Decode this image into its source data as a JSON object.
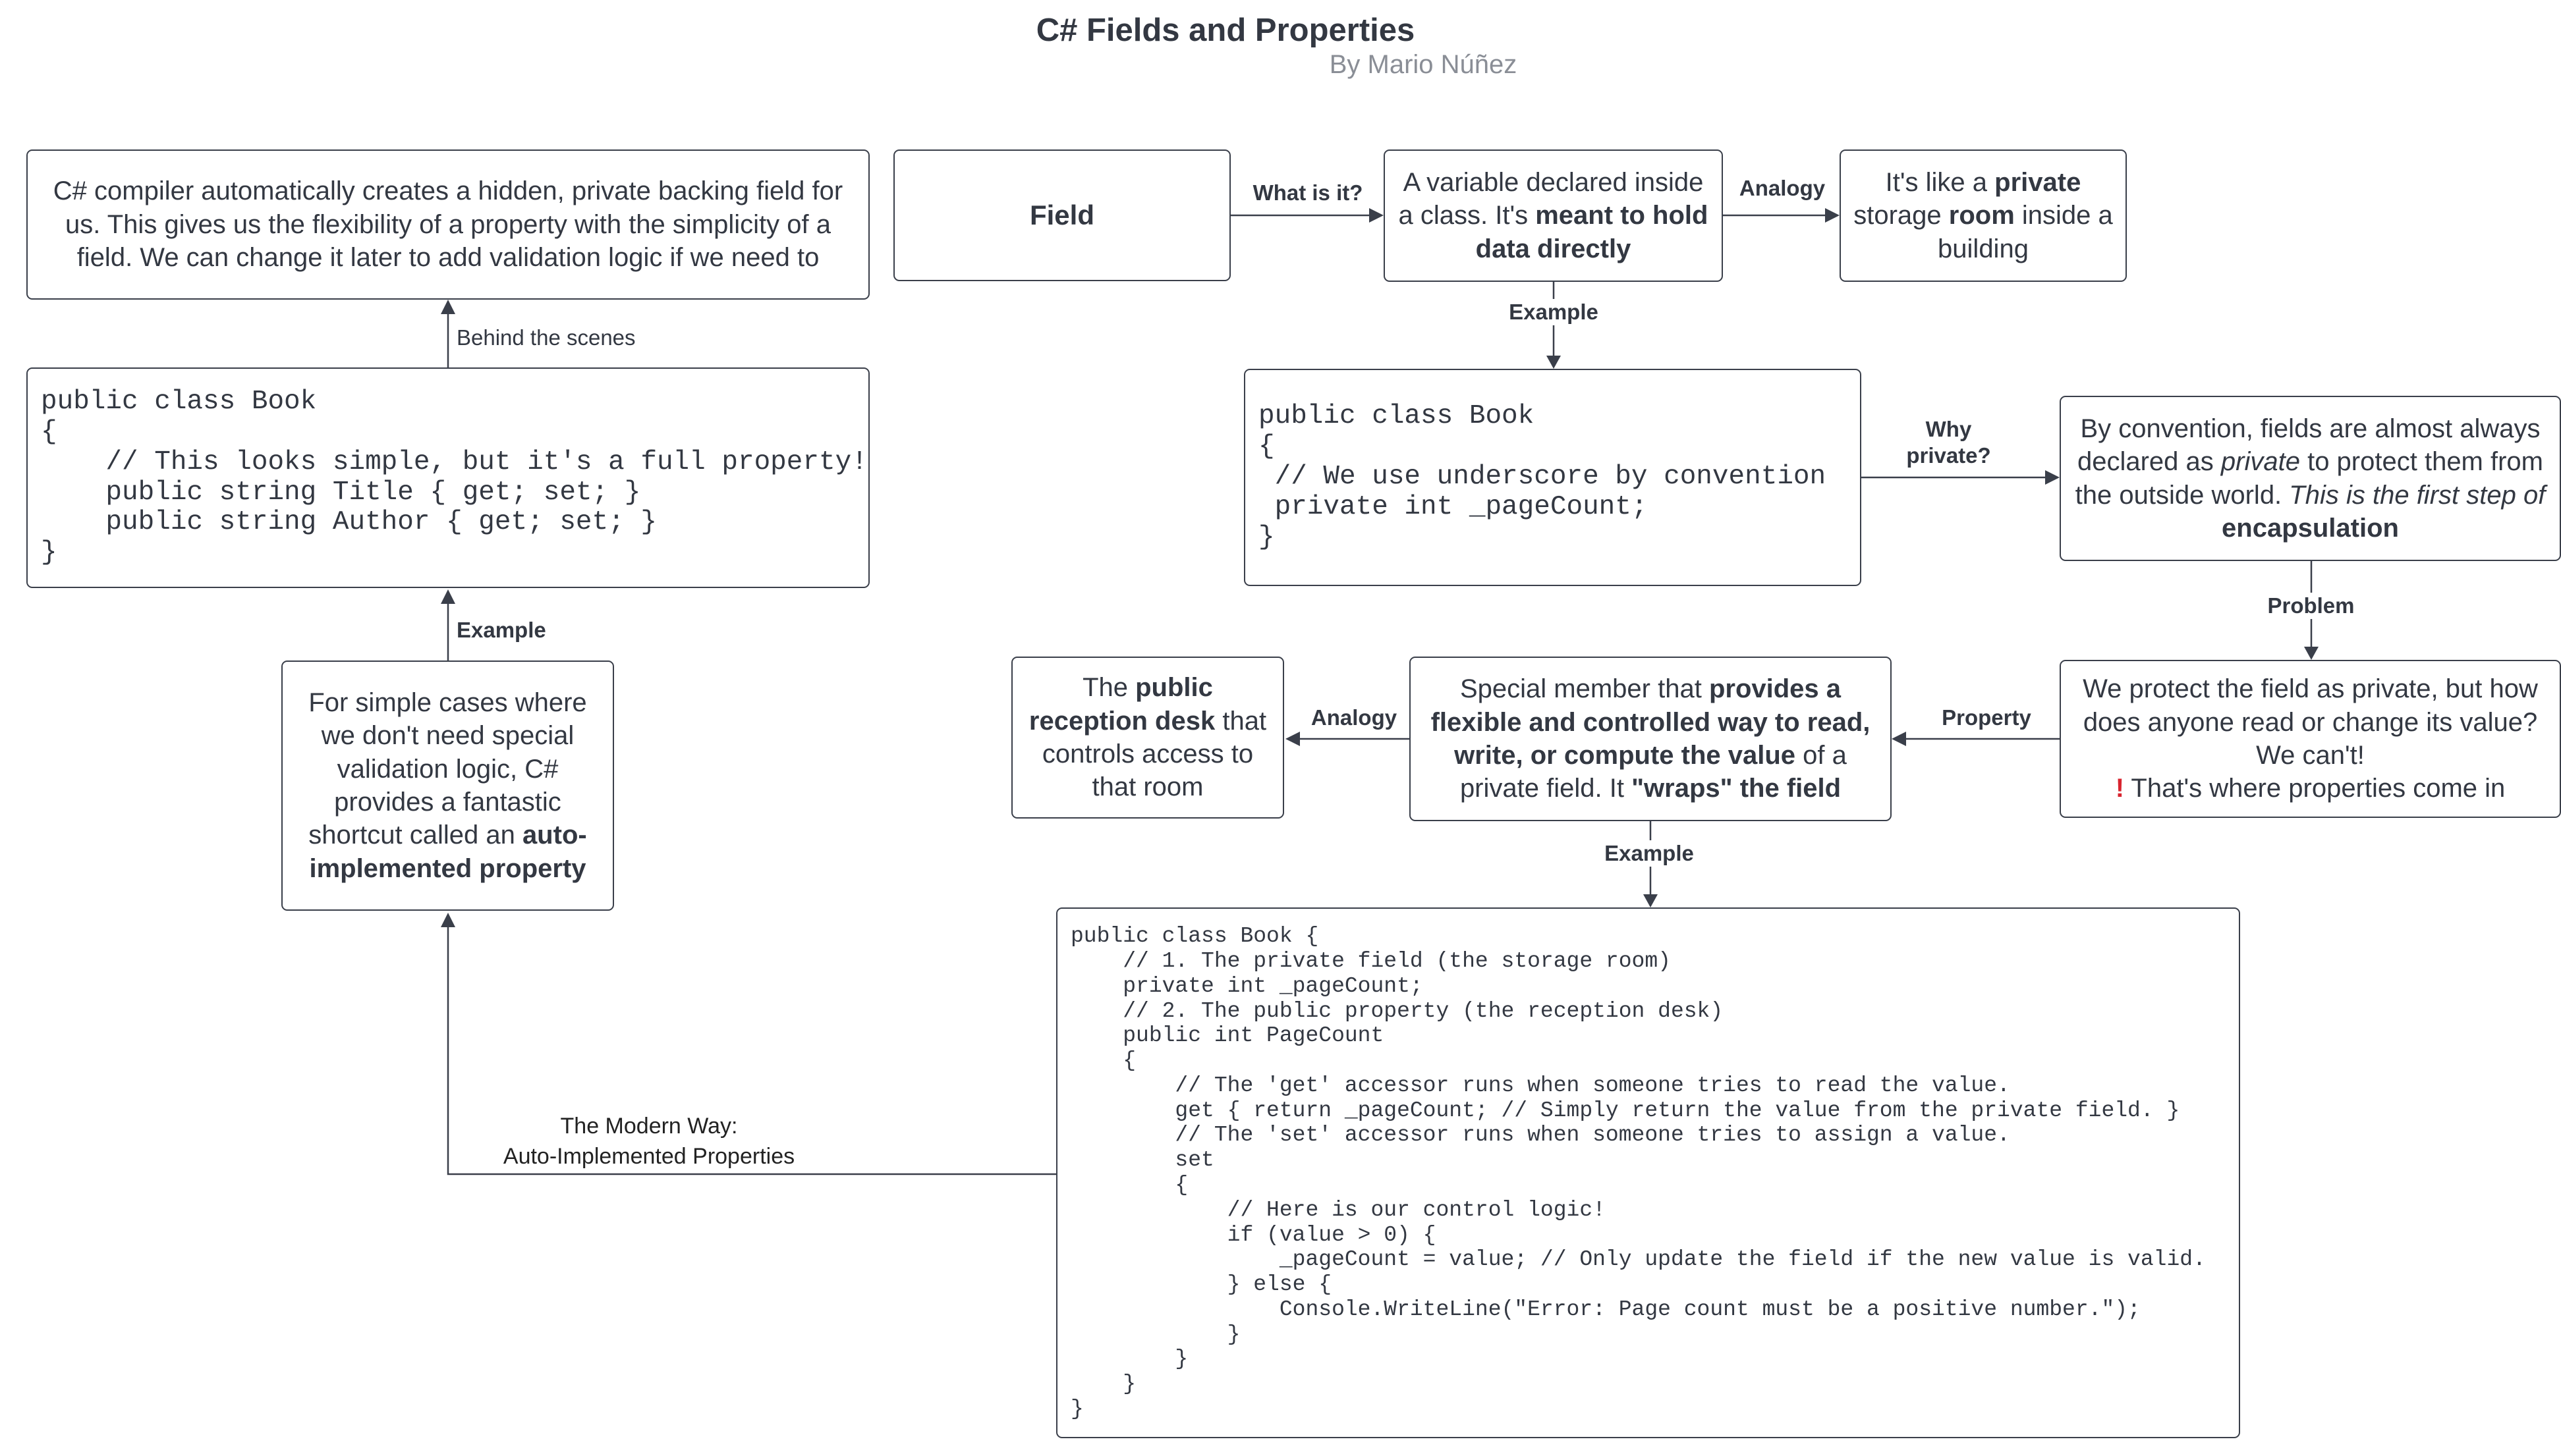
{
  "title": "C# Fields and Properties",
  "author": "By Mario Núñez",
  "nodes": {
    "field": {
      "parts": [
        [
          "Field",
          "b"
        ]
      ]
    },
    "field_def": {
      "parts": [
        [
          "A variable declared inside a class. It's ",
          ""
        ],
        [
          "meant to hold data directly",
          "b"
        ]
      ]
    },
    "field_analogy": {
      "parts": [
        [
          "It's like a ",
          ""
        ],
        [
          "private",
          "b"
        ],
        [
          " storage ",
          ""
        ],
        [
          "room",
          "b"
        ],
        [
          " inside a building",
          ""
        ]
      ]
    },
    "convention": {
      "parts": [
        [
          "By convention, fields are almost always declared as ",
          ""
        ],
        [
          "private",
          "i"
        ],
        [
          " to protect them from the outside world. ",
          ""
        ],
        [
          "This is the first step of ",
          "i"
        ],
        [
          "encapsulation",
          "b"
        ]
      ]
    },
    "problem": {
      "parts": [
        [
          "We protect the field as private, but how does anyone read or change its value? We can't!\n",
          ""
        ],
        [
          "!",
          "mark"
        ],
        [
          " That's where properties come in",
          ""
        ]
      ]
    },
    "property": {
      "parts": [
        [
          "Special member that ",
          ""
        ],
        [
          "provides a flexible and controlled way to read, write, or compute the value",
          "b"
        ],
        [
          " of a private field. It ",
          ""
        ],
        [
          "\"wraps\" the field",
          "b"
        ]
      ]
    },
    "reception": {
      "parts": [
        [
          "The ",
          ""
        ],
        [
          "public reception desk",
          "b"
        ],
        [
          " that controls access to that room",
          ""
        ]
      ]
    },
    "auto_prop": {
      "parts": [
        [
          "For simple cases where we don't need special validation logic, C# provides a fantastic shortcut called an ",
          ""
        ],
        [
          "auto-implemented property",
          "b"
        ]
      ]
    },
    "compiler": {
      "parts": [
        [
          "C# compiler automatically creates a hidden, private backing field for us. This gives us the flexibility of a property with the simplicity of a field. We can change it later to add validation logic if we need to",
          ""
        ]
      ]
    }
  },
  "code": {
    "auto_example": "public class Book\n{\n    // This looks simple, but it's a full property!\n    public string Title { get; set; }\n    public string Author { get; set; }\n}",
    "field_example": "public class Book\n{\n // We use underscore by convention\n private int _pageCount;\n}",
    "property_example": "public class Book {\n    // 1. The private field (the storage room)\n    private int _pageCount;\n    // 2. The public property (the reception desk)\n    public int PageCount\n    {\n        // The 'get' accessor runs when someone tries to read the value.\n        get { return _pageCount; // Simply return the value from the private field. }\n        // The 'set' accessor runs when someone tries to assign a value.\n        set\n        {\n            // Here is our control logic!\n            if (value > 0) {\n                _pageCount = value; // Only update the field if the new value is valid.\n            } else {\n                Console.WriteLine(\"Error: Page count must be a positive number.\");\n            }\n        }\n    }\n}"
  },
  "edges": {
    "what_is_it": "What is it?",
    "analogy_field": "Analogy",
    "example_field": "Example",
    "why_private": "Why\nprivate?",
    "problem": "Problem",
    "property": "Property",
    "analogy_property": "Analogy",
    "example_property": "Example",
    "modern_way": "The Modern Way:\nAuto-Implemented Properties",
    "example_auto": "Example",
    "behind_scenes": "Behind the scenes"
  }
}
